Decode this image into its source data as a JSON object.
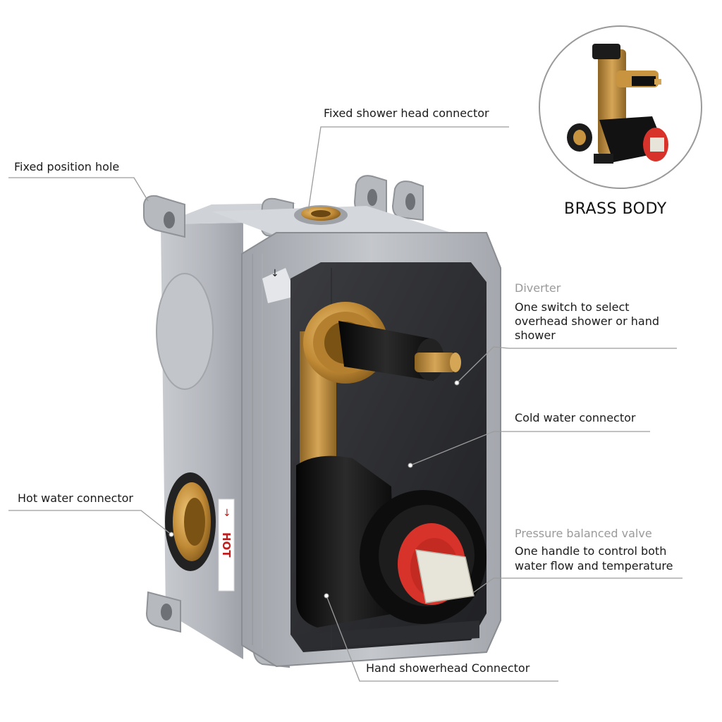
{
  "labels": {
    "fixed_shower_head": "Fixed shower head connector",
    "fixed_position_hole": "Fixed position hole",
    "diverter_title": "Diverter",
    "diverter_desc_1": "One switch to select",
    "diverter_desc_2": "overhead shower or hand",
    "diverter_desc_3": "shower",
    "cold_water": "Cold water connector",
    "hot_water": "Hot water connector",
    "pressure_title": "Pressure balanced valve",
    "pressure_desc_1": "One handle to control both",
    "pressure_desc_2": "water flow and temperature",
    "hand_showerhead": "Hand showerhead Connector"
  },
  "inset": {
    "title": "BRASS BODY"
  },
  "box_marking": {
    "hot_label": "HOT"
  },
  "colors": {
    "box_gray": "#b9bcc1",
    "box_dark": "#2a2b2e",
    "brass": "#c9943f",
    "black_part": "#141414",
    "red_cartridge": "#d8332b",
    "leader_line": "#9c9c9c",
    "gray_text": "#9a9a9a"
  }
}
